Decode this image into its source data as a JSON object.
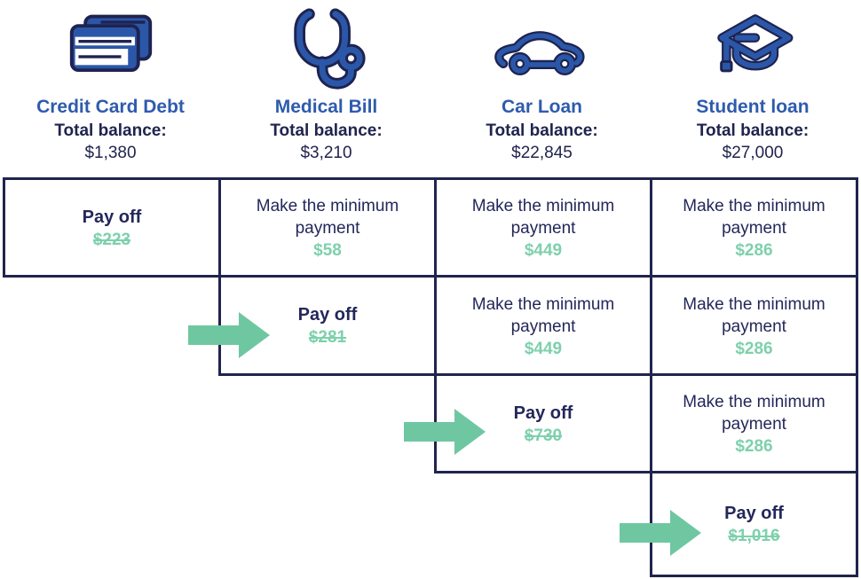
{
  "palette": {
    "navy_text": "#20244E",
    "blue_title": "#2E5BAD",
    "icon_blue": "#2B57A8",
    "icon_outline": "#1E2350",
    "green_amount": "#7ED0AC",
    "green_arrow": "#6FC7A2",
    "background": "#FFFFFF"
  },
  "columns": [
    {
      "id": "credit-card",
      "icon": "credit-card-icon",
      "title": "Credit Card Debt",
      "balance_label": "Total balance:",
      "balance": "$1,380"
    },
    {
      "id": "medical",
      "icon": "stethoscope-icon",
      "title": "Medical Bill",
      "balance_label": "Total balance:",
      "balance": "$3,210"
    },
    {
      "id": "car",
      "icon": "car-icon",
      "title": "Car Loan",
      "balance_label": "Total balance:",
      "balance": "$22,845"
    },
    {
      "id": "student",
      "icon": "graduation-cap-icon",
      "title": "Student loan",
      "balance_label": "Total balance:",
      "balance": "$27,000"
    }
  ],
  "grid": {
    "rows": [
      [
        {
          "col": "credit-card",
          "type": "payoff",
          "action": "Pay off",
          "amount": "$223",
          "strikethrough": true
        },
        {
          "col": "medical",
          "type": "minimum",
          "action": "Make the minimum payment",
          "amount": "$58",
          "strikethrough": false
        },
        {
          "col": "car",
          "type": "minimum",
          "action": "Make the minimum payment",
          "amount": "$449",
          "strikethrough": false
        },
        {
          "col": "student",
          "type": "minimum",
          "action": "Make the minimum payment",
          "amount": "$286",
          "strikethrough": false
        }
      ],
      [
        {
          "col": "medical",
          "type": "payoff",
          "action": "Pay off",
          "amount": "$281",
          "strikethrough": true,
          "arrow": true
        },
        {
          "col": "car",
          "type": "minimum",
          "action": "Make the minimum payment",
          "amount": "$449",
          "strikethrough": false
        },
        {
          "col": "student",
          "type": "minimum",
          "action": "Make the minimum payment",
          "amount": "$286",
          "strikethrough": false
        }
      ],
      [
        {
          "col": "car",
          "type": "payoff",
          "action": "Pay off",
          "amount": "$730",
          "strikethrough": true,
          "arrow": true
        },
        {
          "col": "student",
          "type": "minimum",
          "action": "Make the minimum payment",
          "amount": "$286",
          "strikethrough": false
        }
      ],
      [
        {
          "col": "student",
          "type": "payoff",
          "action": "Pay off",
          "amount": "$1,016",
          "strikethrough": true,
          "arrow": true
        }
      ]
    ]
  },
  "arrows": [
    {
      "name": "next-step-arrow-medical"
    },
    {
      "name": "next-step-arrow-car"
    },
    {
      "name": "next-step-arrow-student"
    }
  ]
}
